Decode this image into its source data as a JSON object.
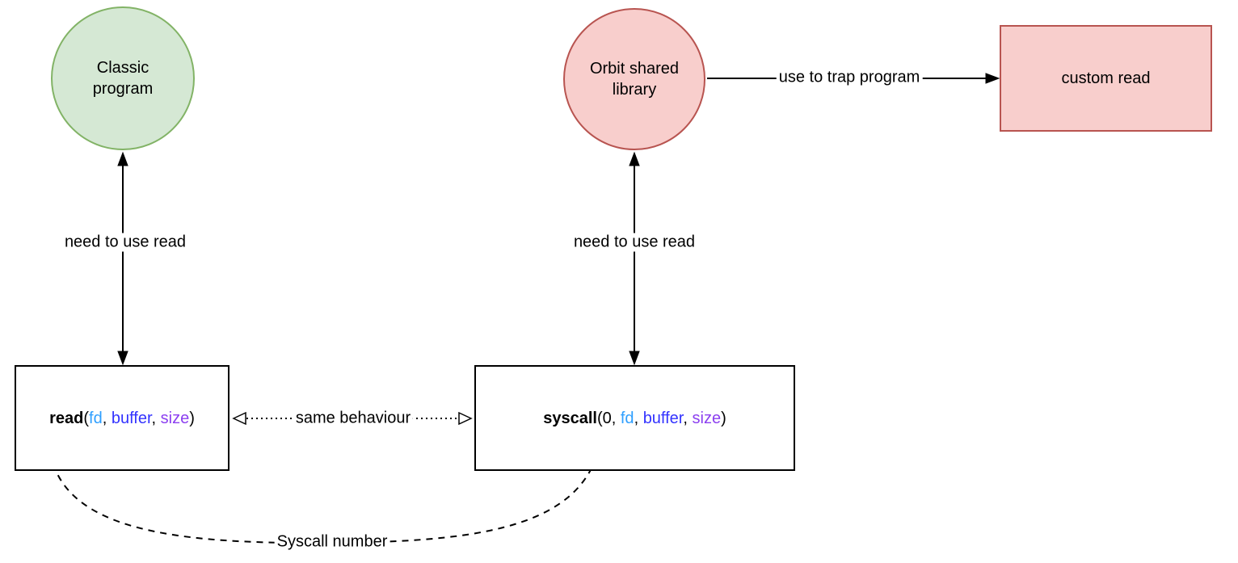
{
  "nodes": {
    "classic_program": {
      "line1": "Classic",
      "line2": "program"
    },
    "orbit_library": {
      "line1": "Orbit shared",
      "line2": "library"
    },
    "custom_read": {
      "label": "custom read"
    },
    "read_call": {
      "fn": "read",
      "open": "(",
      "fd": "fd",
      "sep1": ", ",
      "buffer": "buffer",
      "sep2": ", ",
      "size": "size",
      "close": ")"
    },
    "syscall_call": {
      "fn": "syscall",
      "open": "(0, ",
      "fd": "fd",
      "sep1": ", ",
      "buffer": "buffer",
      "sep2": ", ",
      "size": "size",
      "close": ")"
    }
  },
  "edges": {
    "need_read_left": {
      "label": "need to use read"
    },
    "need_read_right": {
      "label": "need to use read"
    },
    "use_to_trap": {
      "label": "use to trap program"
    },
    "same_behaviour": {
      "label": "same behaviour"
    },
    "syscall_number": {
      "label": "Syscall number"
    }
  },
  "colors": {
    "green_fill": "#d5e8d4",
    "green_stroke": "#82b366",
    "red_fill": "#f8cecc",
    "red_stroke": "#b85450",
    "box_fill": "#ffffff",
    "box_stroke": "#000000",
    "param_fd": "#2e9fff",
    "param_buffer": "#3333ff",
    "param_size": "#8c3ff0",
    "edge_stroke": "#000000",
    "label_text": "#000000",
    "background": "#ffffff"
  }
}
